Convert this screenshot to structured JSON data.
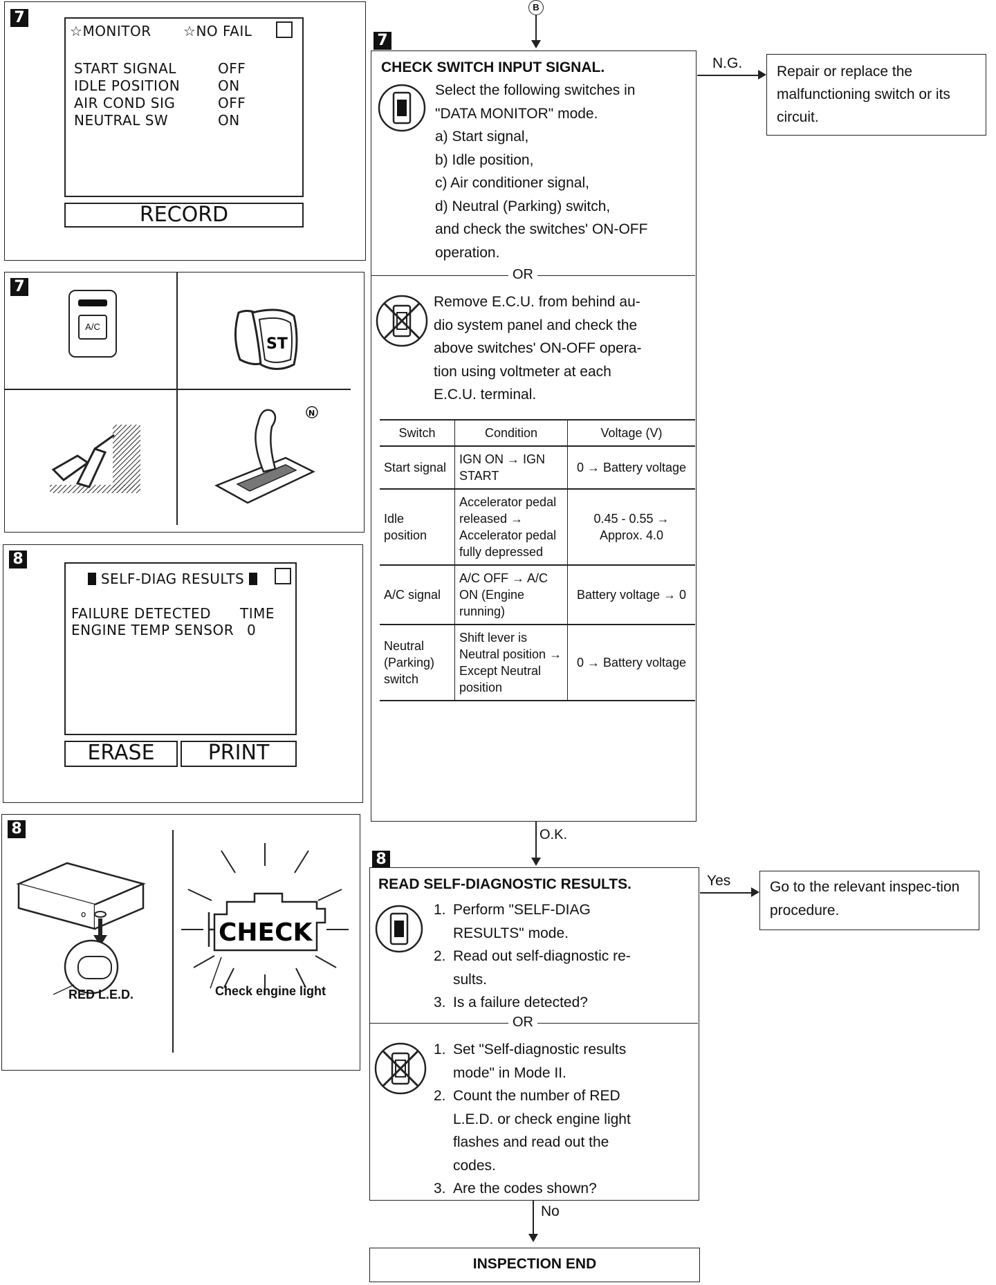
{
  "step7": "7",
  "step8": "8",
  "monitor": {
    "title_monitor": "MONITOR",
    "title_nofail": "NO FAIL",
    "rows": [
      {
        "name": "START SIGNAL",
        "value": "OFF"
      },
      {
        "name": "IDLE POSITION",
        "value": "ON"
      },
      {
        "name": "AIR COND SIG",
        "value": "OFF"
      },
      {
        "name": "NEUTRAL SW",
        "value": "ON"
      }
    ],
    "record": "RECORD"
  },
  "switch_icons": {
    "ac_label": "A/C",
    "st_label": "ST",
    "n_label": "N"
  },
  "selfdiag": {
    "title": "SELF-DIAG RESULTS",
    "col1": "FAILURE DETECTED",
    "col2": "TIME",
    "row_name": "ENGINE TEMP SENSOR",
    "row_value": "0",
    "erase": "ERASE",
    "print": "PRINT"
  },
  "led_panel": {
    "red_led": "RED L.E.D.",
    "check_light": "Check engine light",
    "check_word": "CHECK"
  },
  "connector": "B",
  "check_switch": {
    "heading": "CHECK SWITCH INPUT SIGNAL.",
    "lines": [
      "Select the following switches in",
      "\"DATA MONITOR\" mode.",
      "a)  Start signal,",
      "b)  Idle position,",
      "c)  Air conditioner signal,",
      "d)  Neutral (Parking) switch,",
      "and check the switches' ON-OFF",
      "operation."
    ],
    "or": "OR",
    "alt_lines": [
      "Remove E.C.U. from behind au-",
      "dio system panel and check the",
      "above switches' ON-OFF opera-",
      "tion using voltmeter at each",
      "E.C.U. terminal."
    ]
  },
  "table": {
    "headers": [
      "Switch",
      "Condition",
      "Voltage (V)"
    ],
    "rows": [
      {
        "switch": "Start signal",
        "condition": "IGN ON → IGN START",
        "voltage": "0 → Battery voltage"
      },
      {
        "switch": "Idle position",
        "condition": "Accelerator pedal released → Accelerator pedal fully depressed",
        "voltage": "0.45 - 0.55 → Approx. 4.0"
      },
      {
        "switch": "A/C signal",
        "condition": "A/C OFF → A/C ON (Engine running)",
        "voltage": "Battery voltage → 0"
      },
      {
        "switch": "Neutral (Parking) switch",
        "condition": "Shift lever is Neutral position → Except Neutral position",
        "voltage": "0 → Battery voltage"
      }
    ]
  },
  "ng_label": "N.G.",
  "ng_box": "Repair or replace the malfunctioning switch or its circuit.",
  "ok_label": "O.K.",
  "read_diag": {
    "heading": "READ SELF-DIAGNOSTIC RESULTS.",
    "items": [
      {
        "num": "1.",
        "text": "Perform \"SELF-DIAG RESULTS\" mode."
      },
      {
        "num": "2.",
        "text": "Read out self-diagnostic re-sults."
      },
      {
        "num": "3.",
        "text": "Is a failure detected?"
      }
    ],
    "or": "OR",
    "alt_items": [
      {
        "num": "1.",
        "text": "Set \"Self-diagnostic results mode\" in Mode II."
      },
      {
        "num": "2.",
        "text": "Count the number of RED L.E.D. or check engine light flashes and read out the codes."
      },
      {
        "num": "3.",
        "text": "Are the codes shown?"
      }
    ]
  },
  "yes_label": "Yes",
  "yes_box": "Go to the relevant inspec-tion procedure.",
  "no_label": "No",
  "end_box": "INSPECTION END"
}
